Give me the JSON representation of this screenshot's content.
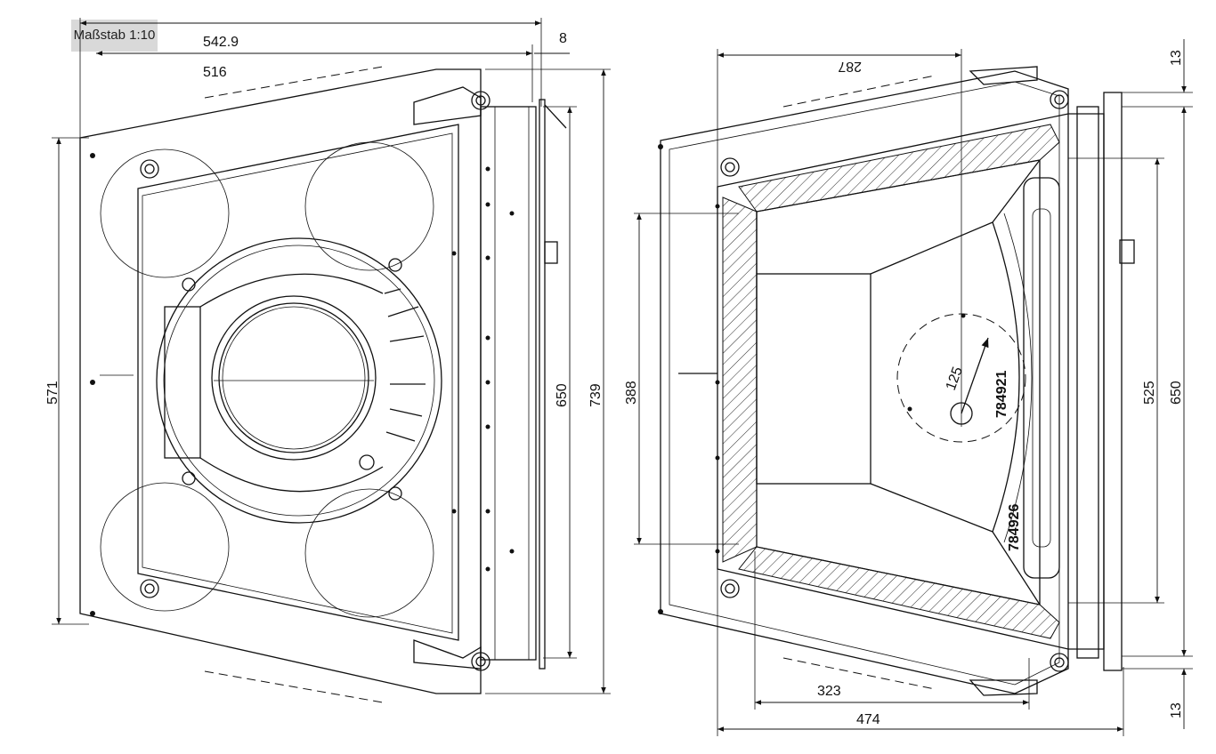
{
  "scale_label": "Maßstab 1:10",
  "left_view": {
    "dim_top_outer": "542.9",
    "dim_top_inner": "516",
    "dim_top_small": "8",
    "dim_left_height": "571",
    "dim_right_inner": "650",
    "dim_right_outer": "739"
  },
  "right_view": {
    "dim_top": "287",
    "dim_left": "388",
    "dim_circle": "125",
    "part_number_1": "784921",
    "part_number_2": "784926",
    "dim_bottom_inner": "323",
    "dim_bottom_outer": "474",
    "dim_right_inner": "525",
    "dim_right_outer": "650",
    "dim_top_right": "13",
    "dim_bottom_right": "13"
  }
}
